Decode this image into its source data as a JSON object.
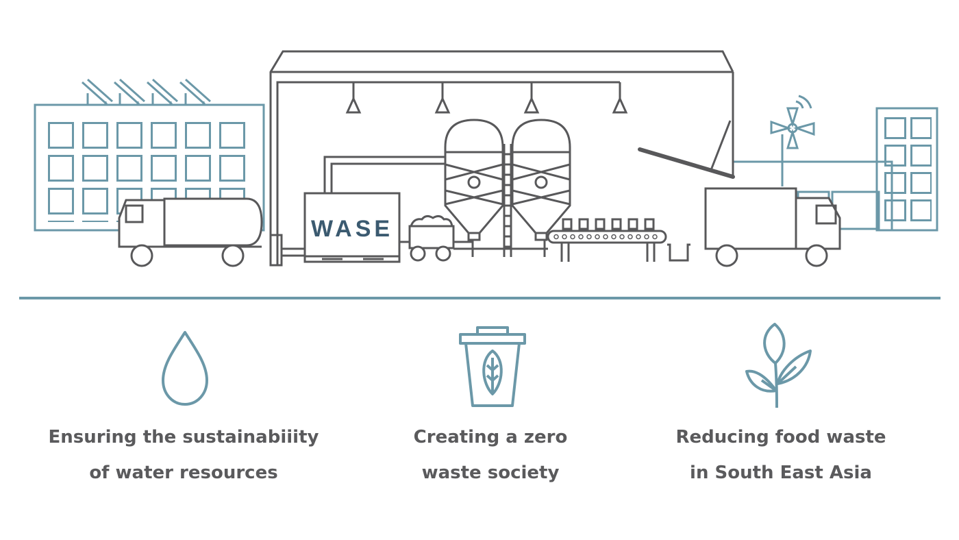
{
  "logo_text": "WASE",
  "colors": {
    "blue": "#6b98a8",
    "gray": "#58585a",
    "logo": "#3b5a70"
  },
  "pillars": [
    {
      "icon": "water-drop-icon",
      "line1": "Ensuring the sustainabiiity",
      "line2": "of water resources"
    },
    {
      "icon": "recycle-bin-leaf-icon",
      "line1": "Creating a zero",
      "line2": "waste society"
    },
    {
      "icon": "plant-sprout-icon",
      "line1": "Reducing food waste",
      "line2": "in South East Asia"
    }
  ]
}
